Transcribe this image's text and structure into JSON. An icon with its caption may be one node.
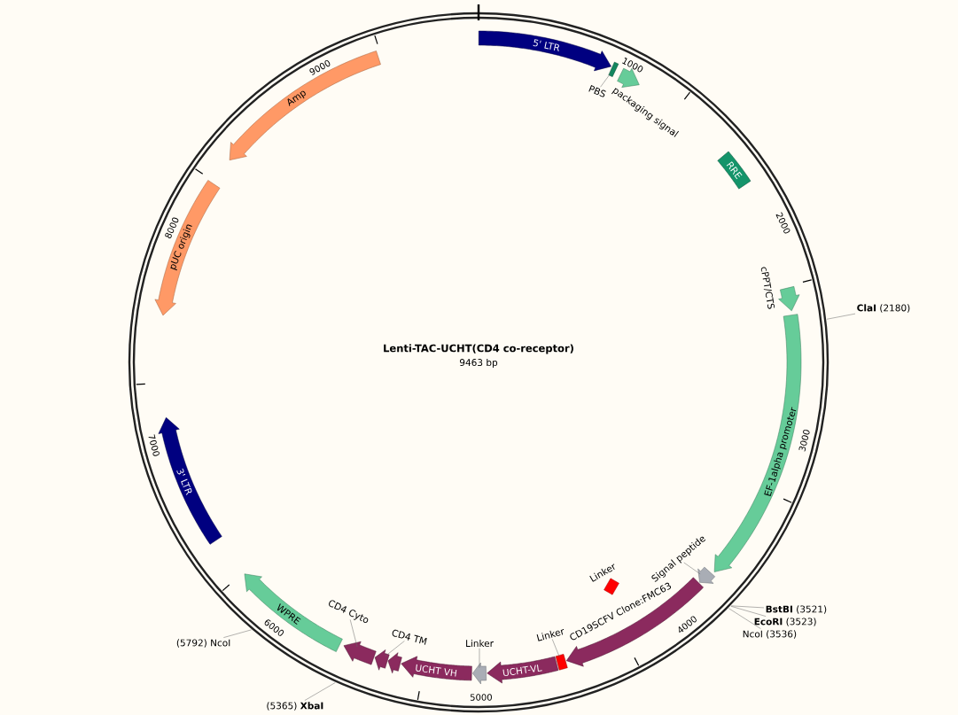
{
  "diagram": {
    "title": "Lenti-TAC-UCHT(CD4 co-receptor)",
    "nodes": [
      {
        "text": [
          "5' LTR"
        ]
      },
      {
        "text": [],
        "shape": "box"
      },
      {
        "text": [
          "PBS"
        ]
      },
      {
        "text": [],
        "shape": "arrow",
        "beside": [
          "packaging signal"
        ]
      },
      {
        "text": [
          "RRE"
        ]
      },
      {
        "text": [],
        "shape": "arrow",
        "beside": [
          "cPPT/CTS"
        ]
      },
      {
        "text": [
          "**ClaI**  (2180)"
        ]
      },
      {
        "text": [
          "EF-1alpha promoter"
        ]
      },
      {
        "text": [
          "Signal peptide"
        ]
      },
      {
        "text": [],
        "shape": "arrow"
      },
      {
        "text": [
          "**BstBI**  (3521)"
        ]
      },
      {
        "text": [
          "**EcoRI**  (3523)"
        ]
      },
      {
        "text": [
          "NcoI  (3536)"
        ]
      },
      {
        "text": [],
        "shape": "box",
        "beside": [
          "Linker"
        ]
      },
      {
        "text": [],
        "shape": "arrow",
        "beside": [
          "CD19SCFV Clone:FMC63"
        ]
      },
      {
        "text": [
          "Linker"
        ]
      },
      {
        "text": [],
        "shape": "box"
      },
      {
        "text": [
          "UCHT-VL"
        ]
      },
      {
        "text": [
          "Linker"
        ]
      },
      {
        "text": [],
        "shape": "arrow"
      },
      {
        "text": [
          "UCHT VH"
        ]
      },
      {
        "text": [],
        "shape": "arrow"
      },
      {
        "text": [
          "CD4 TM"
        ]
      },
      {
        "text": [],
        "shape": "arrow"
      },
      {
        "text": [
          "CD4 Cyto"
        ]
      },
      {
        "text": [],
        "shape": "arrow"
      },
      {
        "text": [
          "(5365)  **XbaI**"
        ]
      },
      {
        "text": [
          "WPRE"
        ]
      },
      {
        "text": [
          "(5792)  NcoI"
        ]
      },
      {
        "text": [
          "3' LTR"
        ]
      },
      {
        "text": [
          "pUC origin"
        ]
      },
      {
        "text": [
          "Amp"
        ]
      }
    ],
    "edges": [
      {
        "from": 2,
        "to": 1,
        "arrow": "none"
      },
      {
        "from": 8,
        "to": 9,
        "arrow": "none"
      },
      {
        "from": 15,
        "to": 16,
        "arrow": "none"
      },
      {
        "from": 18,
        "to": 19,
        "arrow": "none"
      },
      {
        "from": 22,
        "to": 23,
        "arrow": "none"
      },
      {
        "from": 24,
        "to": 25,
        "arrow": "none"
      },
      {
        "from": 6,
        "to": null,
        "arrow": "none"
      },
      {
        "from": 10,
        "to": null,
        "arrow": "none"
      },
      {
        "from": 11,
        "to": null,
        "arrow": "none"
      },
      {
        "from": 12,
        "to": null,
        "arrow": "none"
      },
      {
        "from": 26,
        "to": null,
        "arrow": "none"
      },
      {
        "from": 28,
        "to": null,
        "arrow": "none"
      }
    ],
    "labels": [
      "9463 bp",
      "1000",
      "2000",
      "3000",
      "4000",
      "5000",
      "6000",
      "7000",
      "8000",
      "9000"
    ]
  }
}
